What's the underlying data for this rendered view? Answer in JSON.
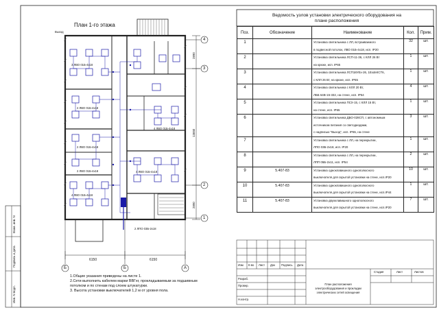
{
  "plan": {
    "title": "План 1-го этажа",
    "axis_labels_top": [
      "4",
      "3"
    ],
    "axis_labels_right": [
      "2",
      "1"
    ],
    "axis_labels_bottom": [
      "Б",
      "Б",
      "А"
    ],
    "dim_bottom": [
      "6150",
      "6150"
    ],
    "dim_right": [
      "2890",
      "13650",
      "2890"
    ],
    "room_labels": [
      "3 ЛВО 01Б-4х18",
      "2 ЛВО 01Б-4х18",
      "2 ЛВО 01Б-4х18",
      "2 ЛВО 01Б-4х18",
      "4 ЛВО 01Б-4х18",
      "4 ЛВО 01Б-4х18",
      "4 ЛВО 01Б-4х18",
      "2 ЛПО 03Б-2х18"
    ],
    "exit_label": "Выход"
  },
  "notes": [
    "1.Общие указания приведены на листе 1.",
    "2.Сети выполнить кабелем марки ВВГнг, прокладываемым за подшивным",
    "потолком и по стенам под слоем штукатурки.",
    "3. Высота установки выключателей 1,2 м от уровня пола."
  ],
  "spec": {
    "title_line1": "Ведомость узлов установки электрического оборудования на",
    "title_line2": "плане расположения",
    "headers": [
      "Поз.",
      "Обозначение",
      "Наименование",
      "Кол.",
      "Прим."
    ],
    "rows": [
      {
        "pos": "1",
        "code": "",
        "name": [
          "Установка светильника с ЛЛ, встраиваемого",
          "в подвесной потолок, ЛВО 01Б-4х18, исп. IP20"
        ],
        "qty": "32",
        "unit": "шт."
      },
      {
        "pos": "2",
        "code": "",
        "name": [
          "Установка светильника ЛСП-11-36, с КЛЛ 26 Вт",
          "на крюке, исп. IP65"
        ],
        "qty": "1",
        "unit": "шт."
      },
      {
        "pos": "3",
        "code": "",
        "name": [
          "Установка светильника ЛСП18УЕх-26, 1ЕхdeIICT6,",
          "с КЛЛ 26 Вт, на крюке, исп. IP65"
        ],
        "qty": "1",
        "unit": "шт."
      },
      {
        "pos": "4",
        "code": "",
        "name": [
          "Установка светильника с КЛЛ 20 Вт,",
          "ЛББ 64В-15-332, на стене, исп. IP54"
        ],
        "qty": "4",
        "unit": "шт."
      },
      {
        "pos": "5",
        "code": "",
        "name": [
          "Установка светильника ПСХ-15, с КЛЛ 15 Вт,",
          "на стене, исп. IP65"
        ],
        "qty": "1",
        "unit": "шт."
      },
      {
        "pos": "6",
        "code": "",
        "name": [
          "Установка светильника ДБО-028СП, с автономным",
          "источником питания со светодиодами,",
          "с надписью \"Выход\", исп. IP65, на стене"
        ],
        "qty": "3",
        "unit": "шт."
      },
      {
        "pos": "7",
        "code": "",
        "name": [
          "Установка светильника с ЛЛ, на перекрытии,",
          "ЛПО 03Б-2х18, исп. IP20"
        ],
        "qty": "1",
        "unit": "шт."
      },
      {
        "pos": "8",
        "code": "",
        "name": [
          "Установка светильника с ЛЛ, на перекрытии,",
          "ЛПП 05Б-2х11, исп. IP54"
        ],
        "qty": "2",
        "unit": "шт."
      },
      {
        "pos": "9",
        "code": "5.407-83",
        "name": [
          "Установка одноклавишного однополюсного",
          "выключателя для скрытой установки на стене, исп.IP20"
        ],
        "qty": "10",
        "unit": "шт."
      },
      {
        "pos": "10",
        "code": "5.407-83",
        "name": [
          "Установка одноклавишного однополюсного",
          "выключателя для скрытой установки на стене, исп.IP44"
        ],
        "qty": "1",
        "unit": "шт."
      },
      {
        "pos": "11",
        "code": "5.407-83",
        "name": [
          "Установка двухклавишного однополюсного",
          "выключателя для скрытой установки на стене, исп.IP20"
        ],
        "qty": "7",
        "unit": "шт."
      }
    ]
  },
  "stamp": {
    "cols": [
      "Изм",
      "К-во",
      "Лист",
      "Док",
      "Подпись",
      "Дата"
    ],
    "rows": [
      "Разраб.",
      "Провер.",
      "",
      "Н.контр."
    ],
    "stage_headers": [
      "Стадия",
      "Лист",
      "Листов"
    ],
    "description": [
      "План расположения",
      "электрооборудования и прокладки",
      "электрических сетей освещения"
    ]
  },
  "side": {
    "labels": [
      "Инв. N подл.",
      "Подпись и дата",
      "Взам. инв. N"
    ]
  }
}
